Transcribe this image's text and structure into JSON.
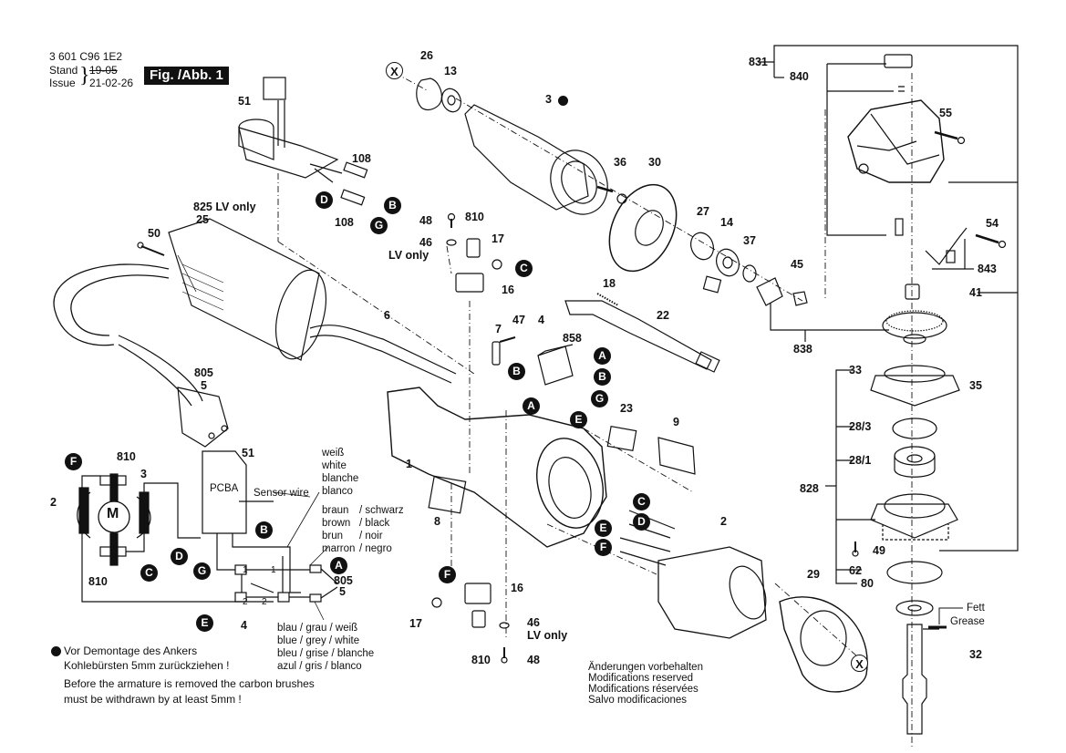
{
  "header": {
    "part_number": "3 601 C96 1E2",
    "stand_label": "Stand",
    "issue_label": "Issue",
    "old_date": "19-05",
    "issue_date": "21-02-26",
    "figure_label": "Fig. /Abb. 1"
  },
  "part_labels": {
    "p26": "26",
    "p13": "13",
    "p3": "3",
    "p36": "36",
    "p30": "30",
    "p27": "27",
    "p14": "14",
    "p37": "37",
    "p45": "45",
    "p51": "51",
    "p108a": "108",
    "p108b": "108",
    "p825": "825  LV only",
    "p25": "25",
    "p50": "50",
    "p6": "6",
    "p805": "805",
    "p5": "5",
    "p48a": "48",
    "p46a": "46",
    "lv_only_a": "LV only",
    "p810a": "810",
    "p17a": "17",
    "p16a": "16",
    "p18": "18",
    "p22": "22",
    "p7": "7",
    "p47": "47",
    "p4": "4",
    "p858": "858",
    "p23": "23",
    "p9": "9",
    "p1": "1",
    "p8": "8",
    "p2": "2",
    "p29": "29",
    "p16b": "16",
    "p17b": "17",
    "p46b": "46",
    "lv_only_b": "LV only",
    "p810b": "810",
    "p48b": "48",
    "p831": "831",
    "p840": "840",
    "p55": "55",
    "p54": "54",
    "p843": "843",
    "p41": "41",
    "p838": "838",
    "p33": "33",
    "p35": "35",
    "p28_3": "28/3",
    "p28_1": "28/1",
    "p828": "828",
    "p49": "49",
    "p62": "62",
    "p80": "80",
    "p32": "32"
  },
  "connector_badges": {
    "x_top": "X",
    "x_bottom": "X",
    "d_top": "D",
    "b_top": "B",
    "g_top": "G",
    "c_brush": "C",
    "a_switch": "A",
    "b_switch": "B",
    "g_switch": "G",
    "e_switch": "E",
    "b_wire": "B",
    "a_wire": "A",
    "c_stator": "C",
    "d_stator": "D",
    "e_stator": "E",
    "f_stator": "F",
    "f_brush": "F"
  },
  "schematic": {
    "motor_symbol": "M",
    "label_810_top": "810",
    "label_810_bottom": "810",
    "label_3": "3",
    "label_2": "2",
    "label_51": "51",
    "pcba": "PCBA",
    "sensor_wire": "Sensor wire",
    "label_4": "4",
    "label_805": "805",
    "label_5": "5",
    "terminal_1a": "1",
    "terminal_1b": "1",
    "terminal_2a": "2",
    "terminal_2b": "2",
    "badge_f": "F",
    "badge_c": "C",
    "badge_d": "D",
    "badge_g": "G",
    "badge_e": "E",
    "badge_b": "B",
    "badge_a": "A",
    "white_colors": [
      "weiß",
      "white",
      "blanche",
      "blanco"
    ],
    "brown_colors": [
      {
        "a": "braun",
        "b": "/ schwarz"
      },
      {
        "a": "brown",
        "b": "/ black"
      },
      {
        "a": "brun",
        "b": "/ noir"
      },
      {
        "a": "marron",
        "b": "/ negro"
      }
    ],
    "blue_colors": [
      "blau / grau / weiß",
      "blue / grey  / white",
      "bleu / grise / blanche",
      "azul / gris   / blanco"
    ]
  },
  "notes": {
    "de_line1": "Vor Demontage des Ankers",
    "de_line2": "Kohlebürsten 5mm zurückziehen !",
    "en_line1": "Before the armature is removed the carbon brushes",
    "en_line2": "must be withdrawn by at least 5mm !",
    "mods": [
      "Änderungen vorbehalten",
      "Modifications reserved",
      "Modifications réservées",
      "Salvo modificaciones"
    ],
    "fett": "Fett",
    "grease": "Grease"
  }
}
